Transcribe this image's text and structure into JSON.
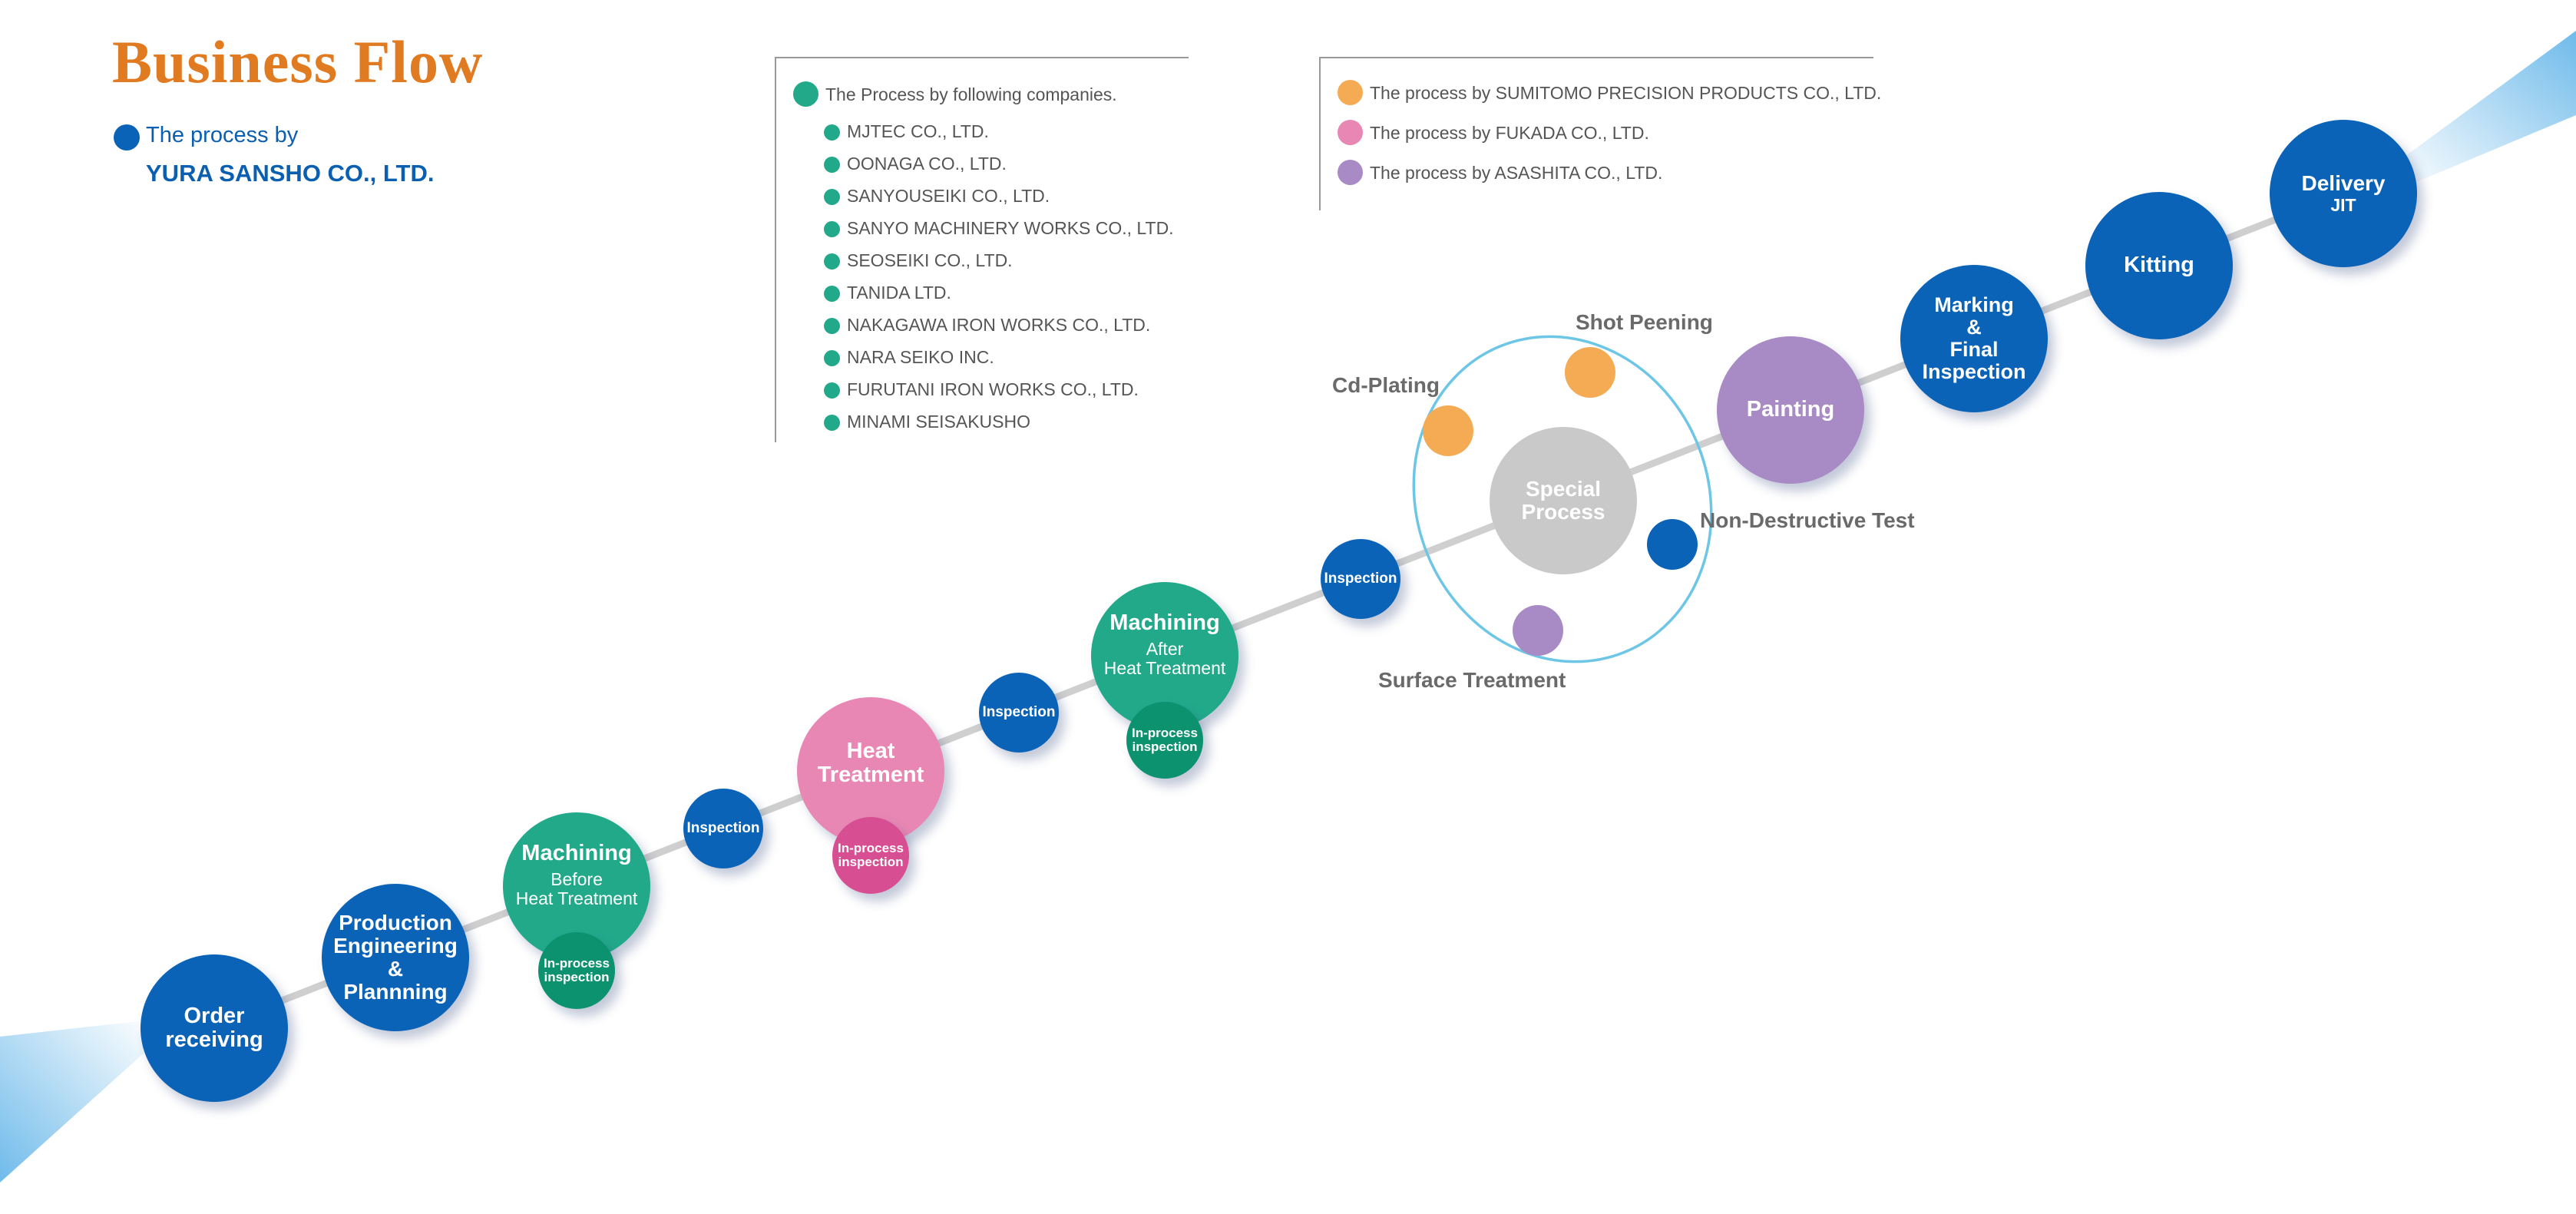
{
  "title": "Business Flow",
  "own_process": {
    "label": "The process by",
    "company": "YURA SANSHO CO., LTD."
  },
  "legend_companies": {
    "header": "The Process by following companies.",
    "items": [
      "MJTEC CO., LTD.",
      "OONAGA CO., LTD.",
      "SANYOUSEIKI CO., LTD.",
      "SANYO MACHINERY WORKS CO., LTD.",
      "SEOSEIKI CO., LTD.",
      "TANIDA LTD.",
      "NAKAGAWA IRON WORKS CO., LTD.",
      "NARA SEIKO INC.",
      "FURUTANI IRON WORKS CO., LTD.",
      "MINAMI SEISAKUSHO"
    ]
  },
  "legend_partners": {
    "items": [
      "The process by SUMITOMO PRECISION PRODUCTS CO., LTD.",
      "The process by FUKADA  CO., LTD.",
      "The process by ASASHITA CO., LTD."
    ]
  },
  "nodes": {
    "order": {
      "line1": "Order",
      "line2": "receiving"
    },
    "production": {
      "line1": "Production",
      "line2": "Engineering",
      "line3": "&",
      "line4": "Plannning"
    },
    "machining_before": {
      "line1": "Machining",
      "line2": "Before",
      "line3": "Heat Treatment"
    },
    "inprocess_1": {
      "line1": "In-process",
      "line2": "inspection"
    },
    "inspection_1": "Inspection",
    "heat": {
      "line1": "Heat",
      "line2": "Treatment"
    },
    "inprocess_2": {
      "line1": "In-process",
      "line2": "inspection"
    },
    "inspection_2": "Inspection",
    "machining_after": {
      "line1": "Machining",
      "line2": "After",
      "line3": "Heat Treatment"
    },
    "inprocess_3": {
      "line1": "In-process",
      "line2": "inspection"
    },
    "inspection_3": "Inspection",
    "special": {
      "line1": "Special",
      "line2": "Process"
    },
    "painting": "Painting",
    "marking": {
      "line1": "Marking",
      "line2": "&",
      "line3": "Final",
      "line4": "Inspection"
    },
    "kitting": "Kitting",
    "delivery": {
      "line1": "Delivery",
      "line2": "JIT"
    }
  },
  "satellites": {
    "cd_plating": "Cd-Plating",
    "shot_peening": "Shot Peening",
    "ndt": "Non-Destructive Test",
    "surface": "Surface Treatment"
  },
  "colors": {
    "yura": "#0b63b8",
    "companies": "#22a98a",
    "sumitomo": "#f5ab54",
    "fukada": "#e887b4",
    "asashita": "#a88bc4",
    "special": "#c9c9c9",
    "title": "#e07b22"
  }
}
